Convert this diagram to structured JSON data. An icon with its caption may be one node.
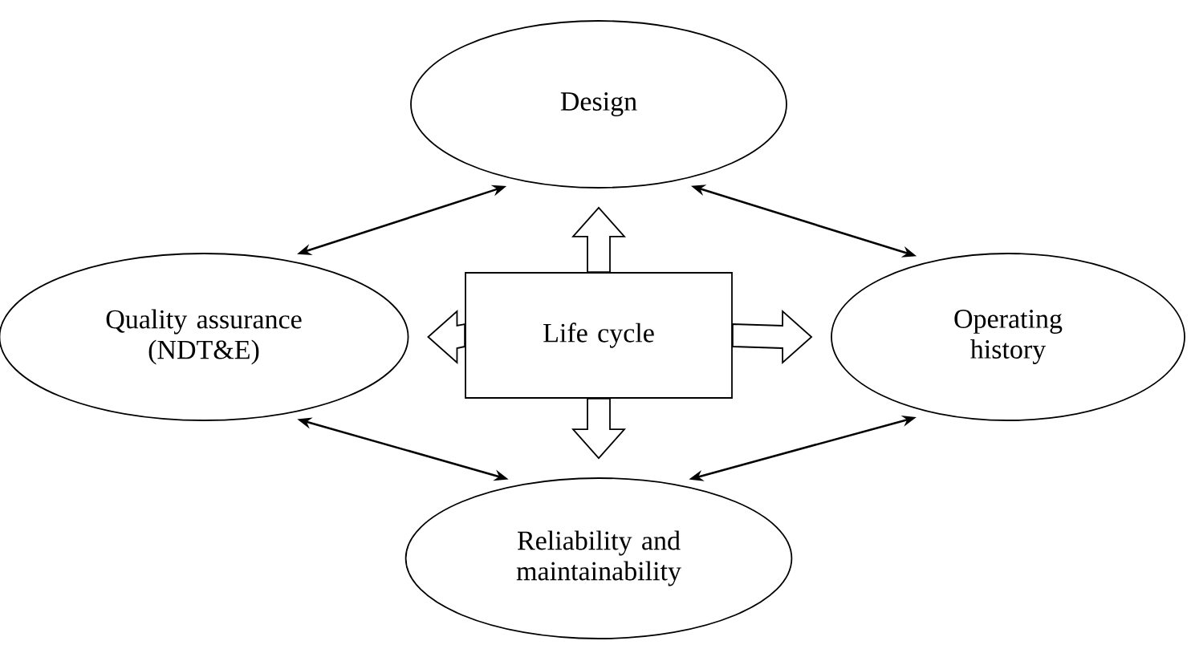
{
  "diagram": {
    "nodes": [
      {
        "text": [
          "Design"
        ]
      },
      {
        "text": [
          "Quality assurance (NDT&E)"
        ]
      },
      {
        "text": [
          "Life cycle"
        ]
      },
      {
        "text": [
          "Operating history"
        ]
      },
      {
        "text": [
          "Reliability and maintainability"
        ]
      }
    ],
    "edges": [
      {
        "from": 2,
        "to": 0,
        "arrow": "to",
        "style": "thick"
      },
      {
        "from": 2,
        "to": 1,
        "arrow": "to",
        "style": "thick"
      },
      {
        "from": 2,
        "to": 3,
        "arrow": "to",
        "style": "thick"
      },
      {
        "from": 2,
        "to": 4,
        "arrow": "to",
        "style": "thick"
      },
      {
        "from": 0,
        "to": 1,
        "arrow": "both"
      },
      {
        "from": 0,
        "to": 3,
        "arrow": "both"
      },
      {
        "from": 1,
        "to": 4,
        "arrow": "both"
      },
      {
        "from": 3,
        "to": 4,
        "arrow": "both"
      }
    ]
  }
}
